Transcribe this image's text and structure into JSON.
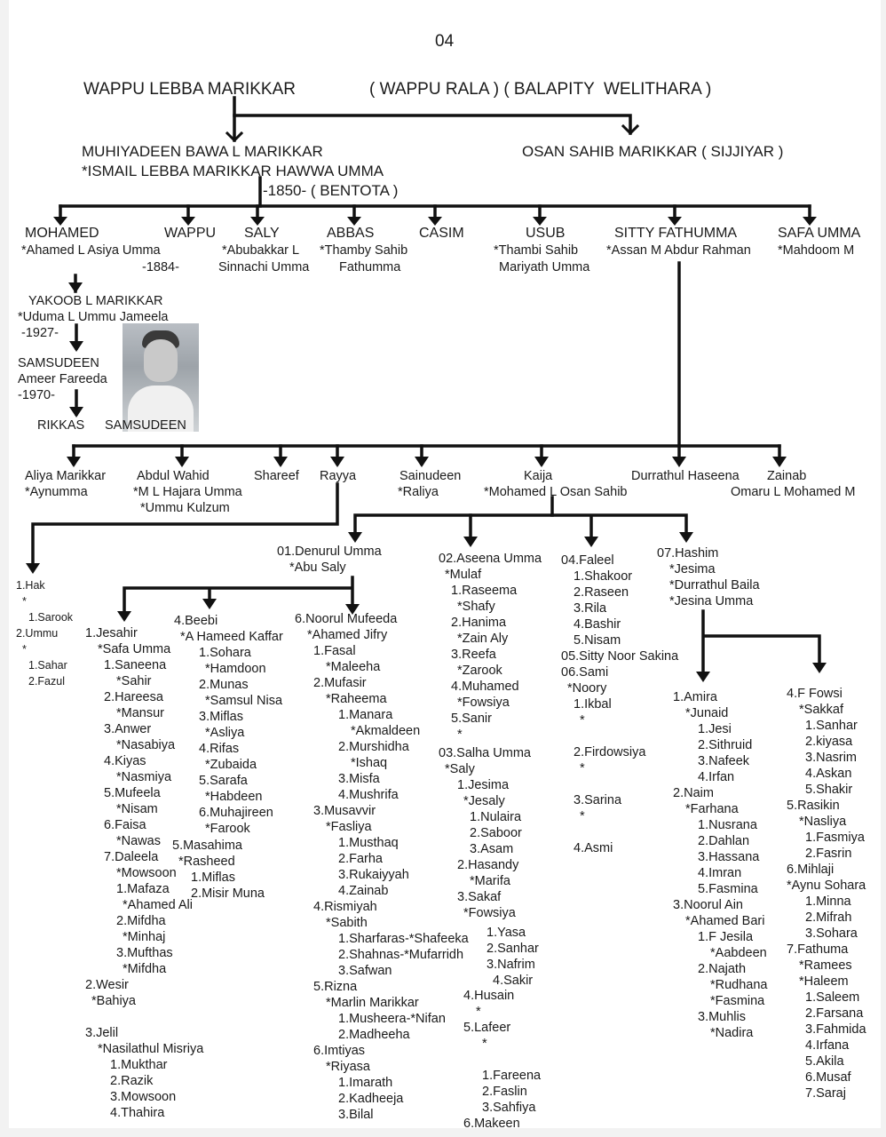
{
  "page_number": "04",
  "root": {
    "name": "WAPPU LEBBA MARIKKAR",
    "aka": "( WAPPU RALA ) ( BALAPITY  WELITHARA )"
  },
  "gen1": {
    "left": [
      "MUHIYADEEN BAWA L MARIKKAR",
      "*ISMAIL LEBBA MARIKKAR HAWWA UMMA",
      "-1850- ( BENTOTA )"
    ],
    "right": "OSAN SAHIB MARIKKAR ( SIJJIYAR )"
  },
  "gen2": {
    "mohamed": [
      "MOHAMED",
      "*Ahamed L Asiya Umma"
    ],
    "wappu": [
      "WAPPU",
      "-1884-"
    ],
    "saly": [
      "SALY",
      "*Abubakkar L",
      "Sinnachi Umma"
    ],
    "abbas": [
      "ABBAS",
      "*Thamby Sahib",
      "Fathumma"
    ],
    "casim": "CASIM",
    "usub": [
      "USUB",
      "*Thambi Sahib",
      "Mariyath Umma"
    ],
    "sitty": [
      "SITTY FATHUMMA",
      "*Assan M Abdur Rahman"
    ],
    "safa": [
      "SAFA UMMA",
      "*Mahdoom M"
    ]
  },
  "mohamed_line": {
    "yakoob": [
      "YAKOOB L MARIKKAR",
      "*Uduma L Ummu Jameela",
      "-1927-"
    ],
    "samsudeen": [
      "SAMSUDEEN",
      "Ameer Fareeda",
      "-1970-"
    ],
    "rikkas": "RIKKAS",
    "photo_caption": "SAMSUDEEN"
  },
  "gen3": {
    "aliya": [
      "Aliya Marikkar",
      "*Aynumma"
    ],
    "abdul": [
      "Abdul Wahid",
      "*M L Hajara Umma",
      "*Ummu Kulzum"
    ],
    "shareef": "Shareef",
    "rayya": "Rayya",
    "sainudeen": [
      "Sainudeen",
      "*Raliya"
    ],
    "kaija": [
      "Kaija",
      "*Mohamed L Osan Sahib"
    ],
    "durrathul": "Durrathul Haseena",
    "zainab": [
      "Zainab",
      "Omaru L Mohamed M"
    ]
  },
  "rayya_children": [
    "1.Hak",
    "*",
    "1.Sarook",
    "2.Ummu",
    "*",
    "1.Sahar",
    "2.Fazul"
  ],
  "kaija_children": {
    "denurul": [
      "01.Denurul Umma",
      "*Abu Saly"
    ],
    "aseena": [
      "02.Aseena Umma",
      "*Mulaf",
      "1.Raseema",
      "*Shafy",
      "2.Hanima",
      "*Zain Aly",
      "3.Reefa",
      "*Zarook",
      "4.Muhamed",
      "*Fowsiya",
      "5.Sanir",
      "*"
    ],
    "faleel": [
      "04.Faleel",
      "1.Shakoor",
      "2.Raseen",
      "3.Rila",
      "4.Bashir",
      "5.Nisam",
      "05.Sitty Noor Sakina",
      "06.Sami",
      "*Noory",
      "1.Ikbal",
      "*",
      "",
      "2.Firdowsiya",
      "*",
      "",
      "3.Sarina",
      "*",
      "",
      "4.Asmi"
    ],
    "hashim": [
      "07.Hashim",
      "*Jesima",
      "*Durrathul Baila",
      "*Jesina Umma"
    ],
    "salha": [
      "03.Salha Umma",
      "*Saly",
      "1.Jesima",
      "*Jesaly",
      "1.Nulaira",
      "2.Saboor",
      "3.Asam",
      "2.Hasandy",
      "*Marifa",
      "3.Sakaf",
      "*Fowsiya"
    ],
    "salha_more": [
      "1.Yasa",
      "2.Sanhar",
      "3.Nafrim",
      "4.Sakir"
    ],
    "salha_tail": [
      "4.Husain",
      "*",
      "5.Lafeer",
      "*",
      "",
      "1.Fareena",
      "2.Faslin",
      "3.Sahfiya",
      "6.Makeen"
    ]
  },
  "denurul_children": {
    "jesahir": [
      "1.Jesahir",
      "*Safa Umma",
      "1.Saneena",
      "*Sahir",
      "2.Hareesa",
      "*Mansur",
      "3.Anwer",
      "*Nasabiya",
      "4.Kiyas",
      "*Nasmiya",
      "5.Mufeela",
      "*Nisam",
      "6.Faisa",
      "*Nawas",
      "7.Daleela",
      "*Mowsoon",
      "1.Mafaza",
      "*Ahamed Ali",
      "2.Mifdha",
      "*Minhaj",
      "3.Mufthas",
      "*Mifdha",
      "2.Wesir",
      "*Bahiya",
      "",
      "3.Jelil",
      "*Nasilathul Misriya",
      "1.Mukthar",
      "2.Razik",
      "3.Mowsoon",
      "4.Thahira"
    ],
    "beebi": [
      "4.Beebi",
      "*A Hameed Kaffar",
      "1.Sohara",
      "*Hamdoon",
      "2.Munas",
      "*Samsul Nisa",
      "3.Miflas",
      "*Asliya",
      "4.Rifas",
      "*Zubaida",
      "5.Sarafa",
      "*Habdeen",
      "6.Muhajireen",
      "*Farook"
    ],
    "masahima": [
      "5.Masahima",
      "*Rasheed",
      "1.Miflas",
      "2.Misir Muna"
    ],
    "noorul": [
      "6.Noorul Mufeeda",
      "*Ahamed Jifry",
      "1.Fasal",
      "*Maleeha",
      "2.Mufasir",
      "*Raheema",
      "1.Manara",
      "*Akmaldeen",
      "2.Murshidha",
      "*Ishaq",
      "3.Misfa",
      "4.Mushrifa",
      "3.Musavvir",
      "*Fasliya",
      "1.Musthaq",
      "2.Farha",
      "3.Rukaiyyah",
      "4.Zainab",
      "4.Rismiyah",
      "*Sabith",
      "1.Sharfaras-*Shafeeka",
      "2.Shahnas-*Mufarridh",
      "3.Safwan",
      "5.Rizna",
      "*Marlin Marikkar",
      "1.Musheera-*Nifan",
      "2.Madheeha",
      "6.Imtiyas",
      "*Riyasa",
      "1.Imarath",
      "2.Kadheeja",
      "3.Bilal"
    ]
  },
  "hashim_children": {
    "amira": [
      "1.Amira",
      "*Junaid",
      "1.Jesi",
      "2.Sithruid",
      "3.Nafeek",
      "4.Irfan",
      "2.Naim",
      "*Farhana",
      "1.Nusrana",
      "2.Dahlan",
      "3.Hassana",
      "4.Imran",
      "5.Fasmina",
      "3.Noorul Ain",
      "*Ahamed Bari",
      "1.F Jesila",
      "*Aabdeen",
      "2.Najath",
      "*Rudhana",
      "*Fasmina",
      "3.Muhlis",
      "*Nadira"
    ],
    "fowsi": [
      "4.F Fowsi",
      "*Sakkaf",
      "1.Sanhar",
      "2.kiyasa",
      "3.Nasrim",
      "4.Askan",
      "5.Shakir",
      "5.Rasikin",
      "*Nasliya",
      "1.Fasmiya",
      "2.Fasrin",
      "6.Mihlaji",
      "*Aynu Sohara",
      "1.Minna",
      "2.Mifrah",
      "3.Sohara",
      "7.Fathuma",
      "*Ramees",
      "*Haleem",
      "1.Saleem",
      "2.Farsana",
      "3.Fahmida",
      "4.Irfana",
      "5.Akila",
      "6.Musaf",
      "7.Saraj"
    ]
  }
}
